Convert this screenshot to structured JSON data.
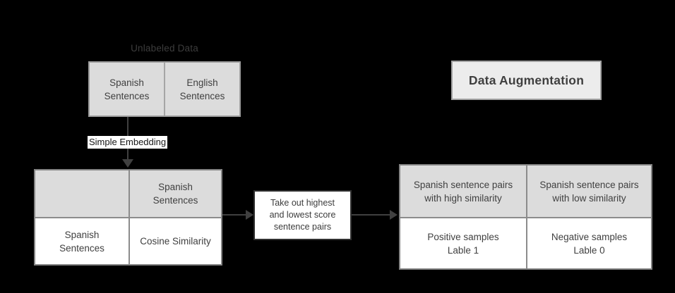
{
  "diagram": {
    "unlabeled_data_label": "Unlabeled Data",
    "source_box": {
      "cells": [
        "Spanish\nSentences",
        "English\nSentences"
      ]
    },
    "embedding_arrow_label": "Simple Embedding",
    "similarity_table": {
      "header": [
        "",
        "Spanish\nSentences"
      ],
      "body": [
        "Spanish\nSentences",
        "Cosine Similarity"
      ]
    },
    "filter_box_label": "Take out highest\nand lowest score\nsentence pairs",
    "result_table": {
      "header": [
        "Spanish sentence pairs\nwith high similarity",
        "Spanish sentence pairs\nwith low similarity"
      ],
      "body": [
        "Positive samples\nLable 1",
        "Negative samples\nLable 0"
      ]
    },
    "title_box_label": "Data Augmentation"
  },
  "colors": {
    "background": "#000000",
    "box_fill_gray": "#dcdcdc",
    "title_box_fill": "#ececec",
    "cell_fill_white": "#ffffff",
    "border_gray": "#8c8c8c",
    "border_dark": "#303030",
    "text_dark": "#404040",
    "caption_gray": "#3d3d3d",
    "arrow": "#404040",
    "embedding_label_bg": "#ffffff"
  }
}
